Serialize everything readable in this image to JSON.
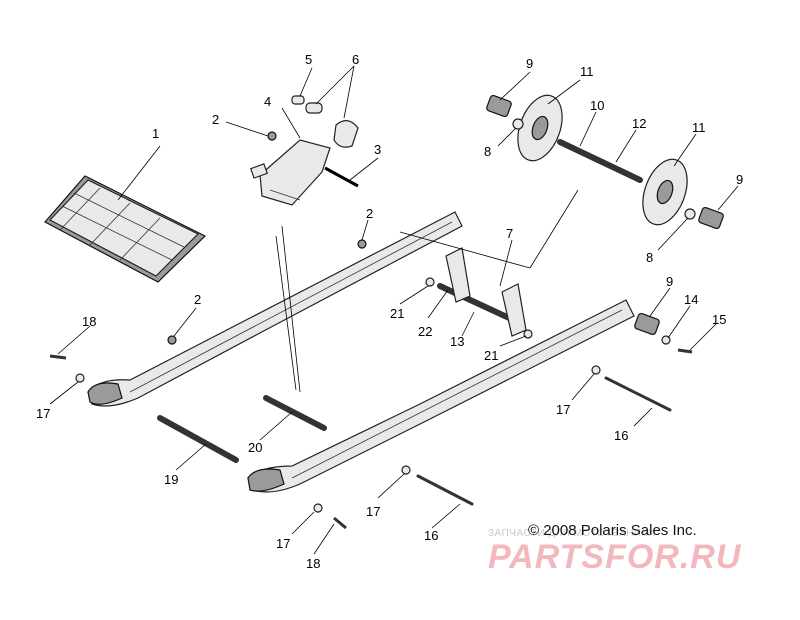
{
  "copyright": "© 2008 Polaris Sales Inc.",
  "watermark": {
    "subtitle": "ЗАПЧАСТИ ДЛЯ МОТОТЕХНИКИ",
    "logo_text": "PARTSFOR.RU"
  },
  "callouts": {
    "c1": "1",
    "c2a": "2",
    "c2b": "2",
    "c2c": "2",
    "c3": "3",
    "c4": "4",
    "c5": "5",
    "c6": "6",
    "c7": "7",
    "c8a": "8",
    "c8b": "8",
    "c9a": "9",
    "c9b": "9",
    "c9c": "9",
    "c10": "10",
    "c11a": "11",
    "c11b": "11",
    "c12": "12",
    "c13": "13",
    "c14": "14",
    "c15": "15",
    "c16a": "16",
    "c16b": "16",
    "c17a": "17",
    "c17b": "17",
    "c17c": "17",
    "c17d": "17",
    "c18a": "18",
    "c18b": "18",
    "c19": "19",
    "c20": "20",
    "c21a": "21",
    "c21b": "21",
    "c22": "22"
  },
  "colors": {
    "line": "#222222",
    "part_fill": "#e9e9e9",
    "watermark": "#f3b8bd"
  }
}
